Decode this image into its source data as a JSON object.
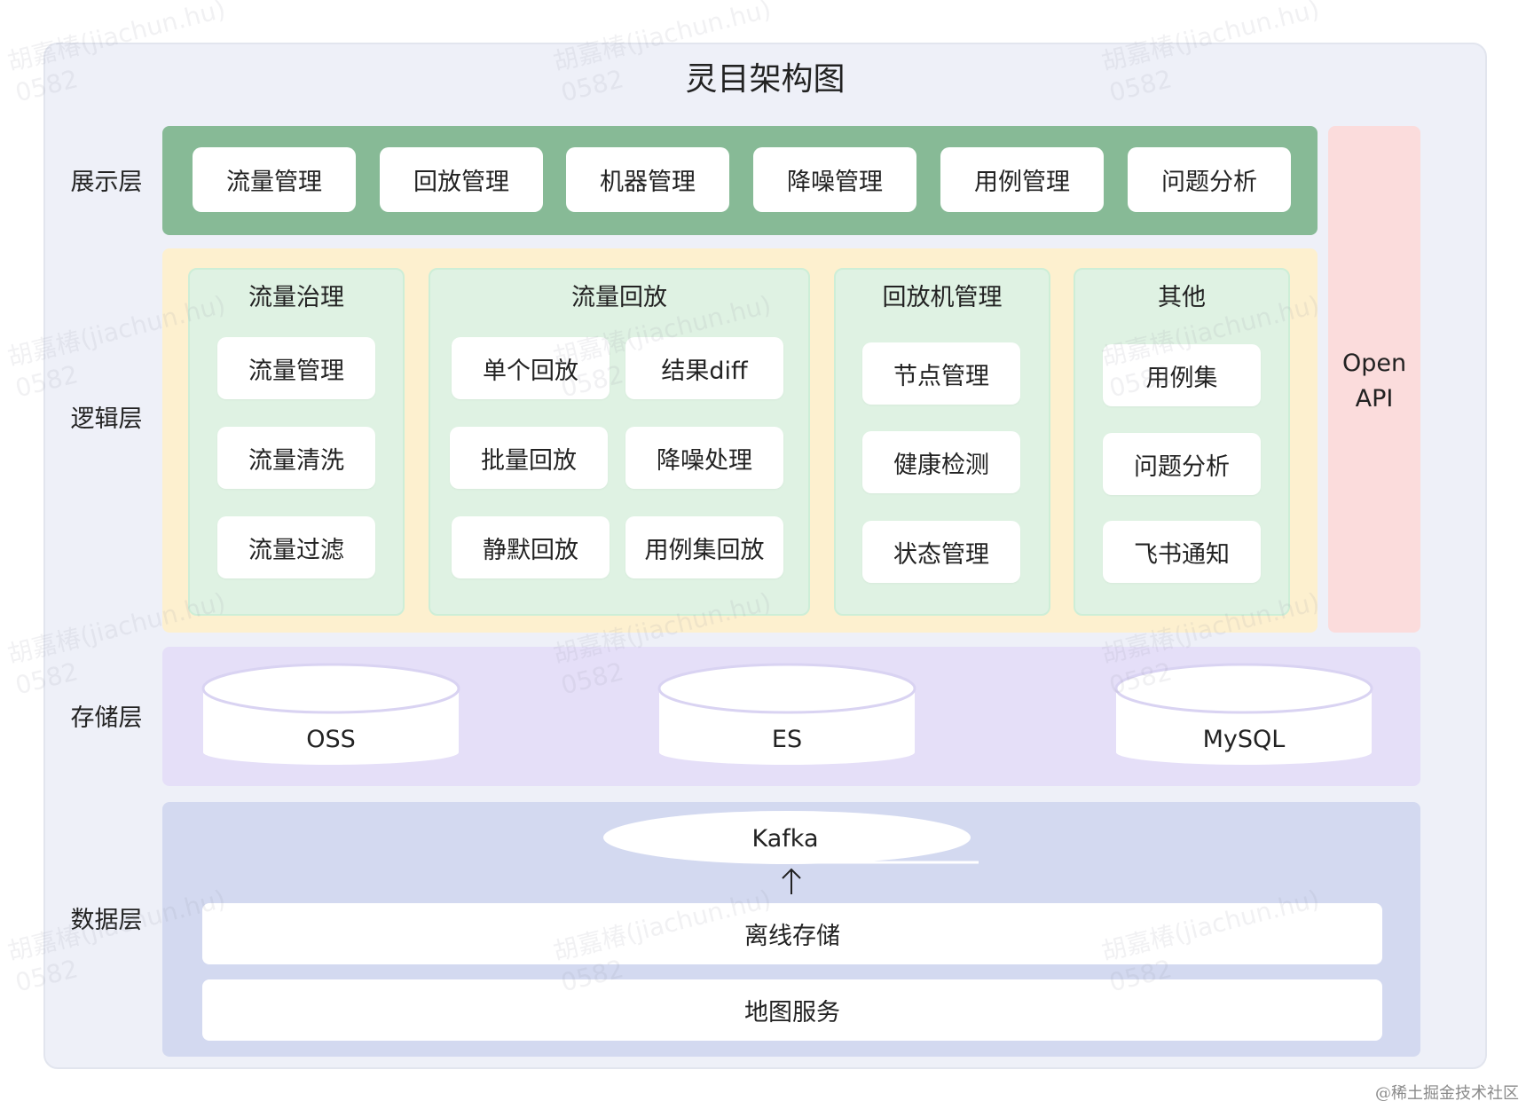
{
  "title": "灵目架构图",
  "layers": {
    "presentation": "展示层",
    "logic": "逻辑层",
    "storage": "存储层",
    "data": "数据层"
  },
  "presentation_items": [
    "流量管理",
    "回放管理",
    "机器管理",
    "降噪管理",
    "用例管理",
    "问题分析"
  ],
  "logic_groups": [
    {
      "title": "流量治理",
      "items": [
        "流量管理",
        "流量清洗",
        "流量过滤"
      ]
    },
    {
      "title": "流量回放",
      "items": [
        "单个回放",
        "结果diff",
        "批量回放",
        "降噪处理",
        "静默回放",
        "用例集回放"
      ]
    },
    {
      "title": "回放机管理",
      "items": [
        "节点管理",
        "健康检测",
        "状态管理"
      ]
    },
    {
      "title": "其他",
      "items": [
        "用例集",
        "问题分析",
        "飞书通知"
      ]
    }
  ],
  "open_api": {
    "line1": "Open",
    "line2": "API"
  },
  "storage_items": [
    "OSS",
    "ES",
    "MySQL"
  ],
  "data_layer": {
    "queue": "Kafka",
    "rows": [
      "离线存储",
      "地图服务"
    ]
  },
  "watermark": {
    "name": "胡嘉椿(jiachun.hu)",
    "id": "0582"
  },
  "credit": "@稀土掘金技术社区",
  "colors": {
    "presentation_band": "#87ba96",
    "logic_band": "#fdf0cf",
    "logic_group": "#dff2e3",
    "open_api_band": "#fbdcdc",
    "storage_band": "#e5dff8",
    "data_band": "#d3d9f0",
    "frame": "#eef0f8"
  }
}
